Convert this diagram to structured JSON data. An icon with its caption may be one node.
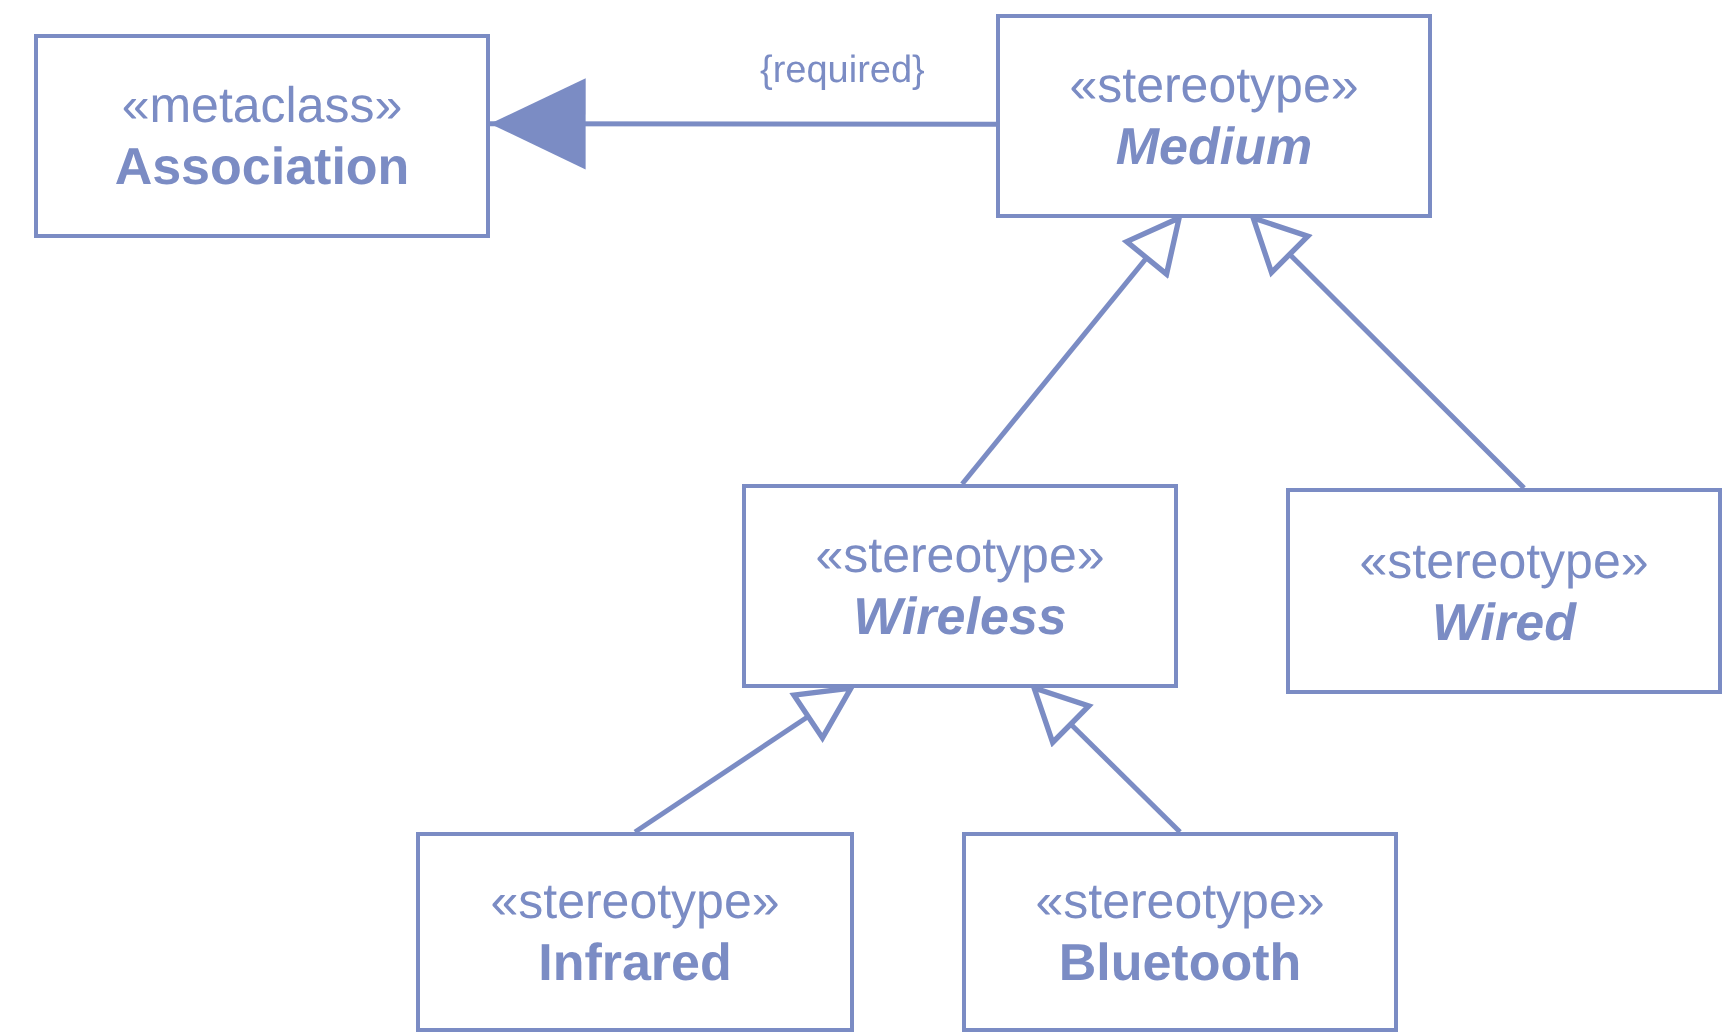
{
  "diagram": {
    "nodes": [
      {
        "text": [
          "«metaclass»",
          "Association"
        ]
      },
      {
        "text": [
          "«stereotype»",
          "*Medium*"
        ]
      },
      {
        "text": [
          "«stereotype»",
          "*Wireless*"
        ]
      },
      {
        "text": [
          "«stereotype»",
          "*Wired*"
        ]
      },
      {
        "text": [
          "«stereotype»",
          "Infrared"
        ]
      },
      {
        "text": [
          "«stereotype»",
          "Bluetooth"
        ]
      }
    ],
    "edges": [
      {
        "from": 1,
        "to": 0,
        "arrow": "to",
        "label": "{required}"
      },
      {
        "from": 2,
        "to": 1,
        "arrow": "to"
      },
      {
        "from": 3,
        "to": 1,
        "arrow": "to"
      },
      {
        "from": 4,
        "to": 2,
        "arrow": "to"
      },
      {
        "from": 5,
        "to": 2,
        "arrow": "to"
      }
    ]
  }
}
